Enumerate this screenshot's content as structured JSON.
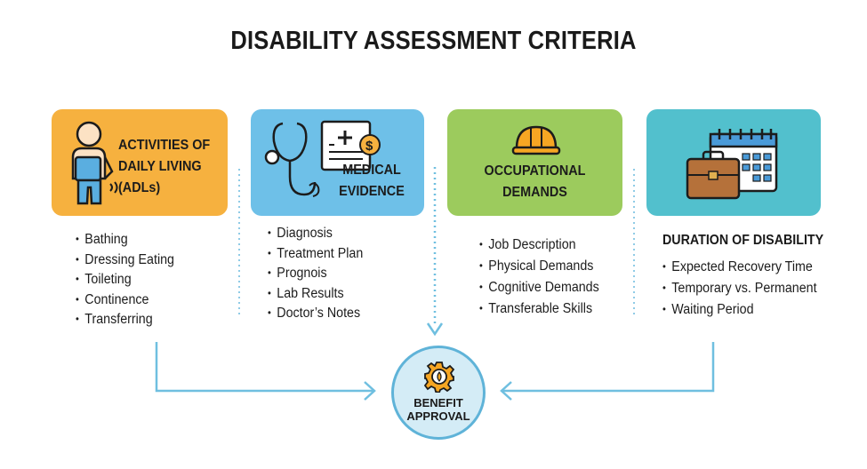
{
  "title": "DISABILITY ASSESSMENT CRITERIA",
  "colors": {
    "adl_card": "#f6b13f",
    "medical_card": "#6ec0e8",
    "occupational_card": "#9ccb5d",
    "duration_card": "#52c0cd",
    "connector": "#6fbfe0",
    "approval_fill": "#d4ecf6"
  },
  "cards": {
    "adl": {
      "label_lines": [
        "ACTIVITIES OF",
        "DAILY LIVING",
        "(ADLs)"
      ],
      "icon": "person-icon",
      "items": [
        "Bathing",
        "Dressing Eating",
        "Toileting",
        "Continence",
        "Transferring"
      ]
    },
    "medical": {
      "label_lines": [
        "MEDICAL",
        "EVIDENCE"
      ],
      "icon": "stethoscope-document-icon",
      "items": [
        "Diagnosis",
        "Treatment Plan",
        "Prognois",
        "Lab Results",
        "Doctor’s Notes"
      ]
    },
    "occupational": {
      "label_lines": [
        "OCCUPATIONAL",
        "DEMANDS"
      ],
      "icon": "hard-hat-icon",
      "items": [
        "Job Description",
        "Physical Demands",
        "Cognitive Demands",
        "Transferable Skills"
      ]
    },
    "duration": {
      "label_lines": [],
      "icon": "briefcase-calendar-icon",
      "heading": "DURATION OF DISABILITY",
      "items": [
        "Expected Recovery Time",
        "Temporary vs. Permanent",
        "Waiting Period"
      ]
    }
  },
  "outcome": {
    "label_lines": [
      "BENEFIT",
      "APPROVAL"
    ],
    "icon": "gear-icon"
  }
}
